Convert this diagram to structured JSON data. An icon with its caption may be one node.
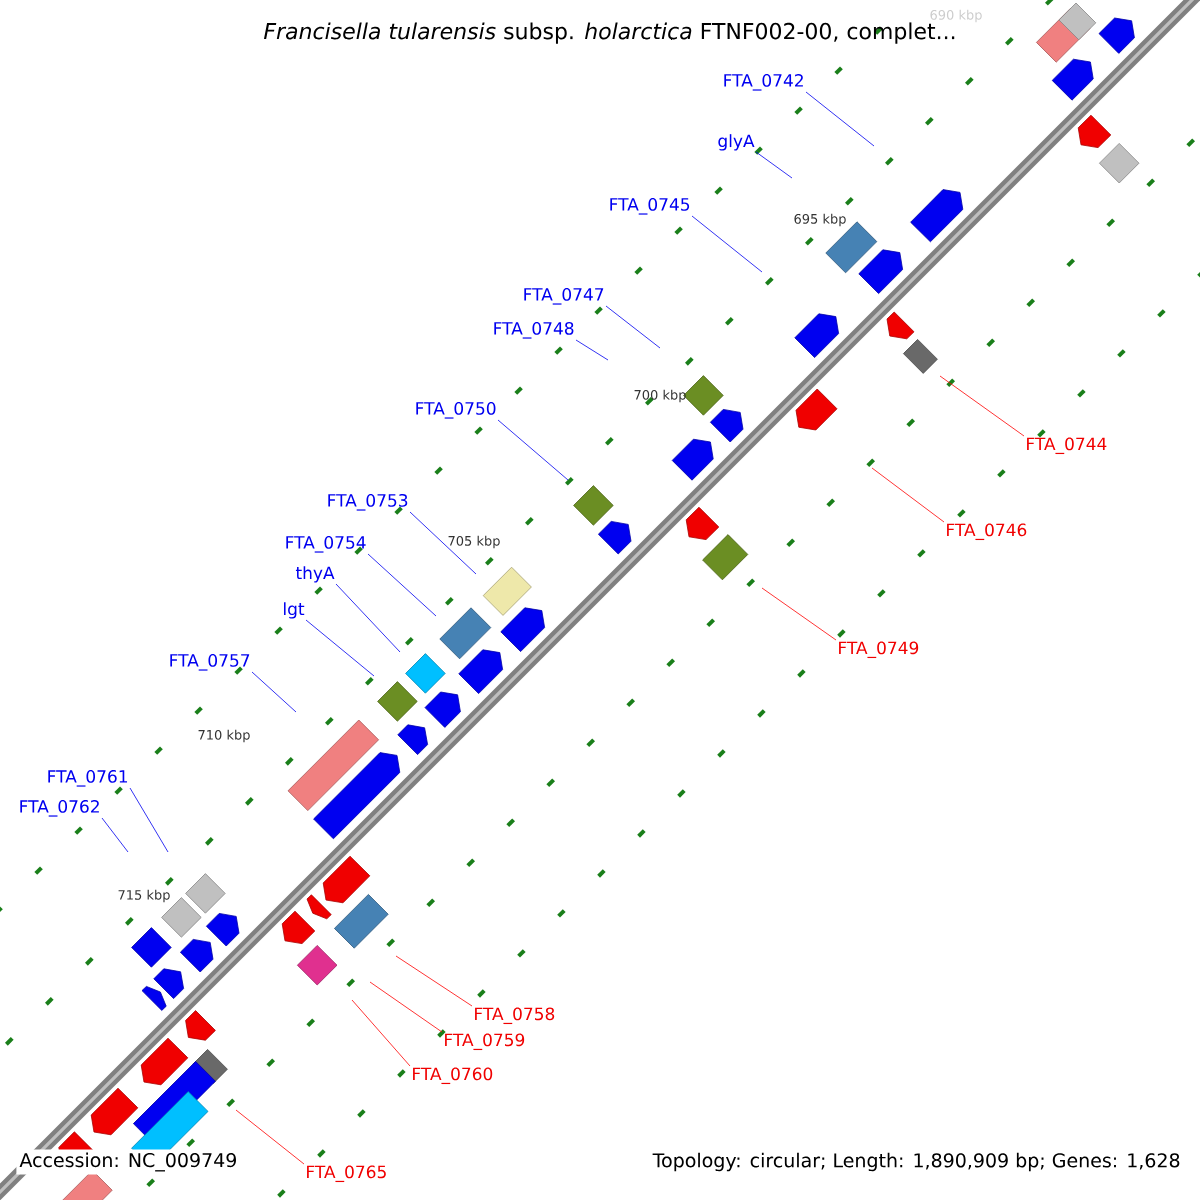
{
  "diagram": {
    "title": "*Francisella tularensis* subsp. *holarctica* FTNF002-00, complet...",
    "nodes": [
      {
        "text": [
          "FTA_0742"
        ]
      },
      {
        "text": [
          "glyA"
        ]
      },
      {
        "text": [
          "FTA_0745"
        ]
      },
      {
        "text": [
          "FTA_0747"
        ]
      },
      {
        "text": [
          "FTA_0748"
        ]
      },
      {
        "text": [
          "FTA_0750"
        ]
      },
      {
        "text": [
          "FTA_0744"
        ]
      },
      {
        "text": [
          "FTA_0753"
        ]
      },
      {
        "text": [
          "FTA_0746"
        ]
      },
      {
        "text": [
          "FTA_0754"
        ]
      },
      {
        "text": [
          "thyA"
        ]
      },
      {
        "text": [
          "lgt"
        ]
      },
      {
        "text": [
          "FTA_0749"
        ]
      },
      {
        "text": [
          "FTA_0757"
        ]
      },
      {
        "text": [
          "FTA_0761"
        ]
      },
      {
        "text": [
          "FTA_0762"
        ]
      },
      {
        "text": [
          "FTA_0758"
        ]
      },
      {
        "text": [
          "FTA_0759"
        ]
      },
      {
        "text": [
          "FTA_0760"
        ]
      },
      {
        "text": [
          "FTA_0765"
        ]
      }
    ],
    "edges": [
      {
        "from": 0,
        "to": null,
        "arrow": "none"
      },
      {
        "from": 1,
        "to": null,
        "arrow": "none"
      },
      {
        "from": 2,
        "to": null,
        "arrow": "none"
      },
      {
        "from": 3,
        "to": null,
        "arrow": "none"
      },
      {
        "from": 4,
        "to": null,
        "arrow": "none"
      },
      {
        "from": 5,
        "to": null,
        "arrow": "none"
      },
      {
        "from": 6,
        "to": null,
        "arrow": "none",
        "color": "#ff0000"
      },
      {
        "from": 7,
        "to": null,
        "arrow": "none"
      },
      {
        "from": 8,
        "to": null,
        "arrow": "none",
        "color": "#ff0000"
      },
      {
        "from": 9,
        "to": null,
        "arrow": "none"
      },
      {
        "from": 10,
        "to": null,
        "arrow": "none"
      },
      {
        "from": 11,
        "to": null,
        "arrow": "none"
      },
      {
        "from": 12,
        "to": null,
        "arrow": "none",
        "color": "#ff0000"
      },
      {
        "from": 13,
        "to": null,
        "arrow": "none"
      },
      {
        "from": 14,
        "to": null,
        "arrow": "none"
      },
      {
        "from": 15,
        "to": null,
        "arrow": "none"
      },
      {
        "from": 16,
        "to": null,
        "arrow": "none",
        "color": "#ff0000"
      },
      {
        "from": 17,
        "to": null,
        "arrow": "none",
        "color": "#ff0000"
      },
      {
        "from": 18,
        "to": null,
        "arrow": "none",
        "color": "#ff0000"
      },
      {
        "from": 19,
        "to": null,
        "arrow": "none",
        "color": "#ff0000"
      }
    ],
    "labels": [
      "690 kbp",
      "695 kbp",
      "700 kbp",
      "705 kbp",
      "710 kbp",
      "715 kbp",
      "Accession: NC_009749",
      "Topology: circular; Length: 1,890,909 bp; Genes: 1,628"
    ]
  }
}
